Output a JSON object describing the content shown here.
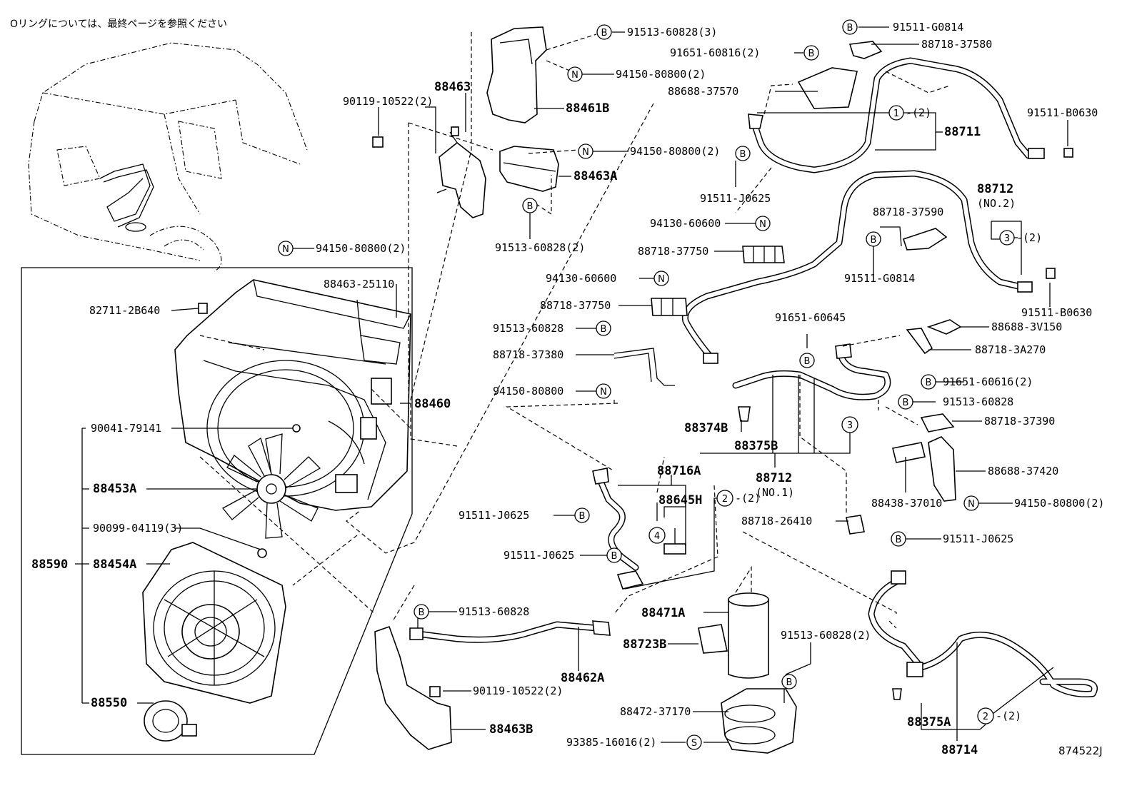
{
  "note": "Oリングについては、最終ページを参照ください",
  "diagram_code": "874522J",
  "labels": {
    "p88463": "88463",
    "p88461B": "88461B",
    "p90119a": "90119-10522(2)",
    "p91513_60828_3": "91513-60828(3)",
    "p94150_a": "94150-80800(2)",
    "p94150_b": "94150-80800(2)",
    "p88463A": "88463A",
    "p91513_60828_2": "91513-60828(2)",
    "p91511_G0814_a": "91511-G0814",
    "p88718_37580": "88718-37580",
    "p91651_60816": "91651-60816(2)",
    "p88688_37570": "88688-37570",
    "p88711": "88711",
    "p91511_B0630_a": "91511-B0630",
    "p91511_J0625_a": "91511-J0625",
    "p94130_60600_a": "94130-60600",
    "p88718_37750_a": "88718-37750",
    "p88712_top": "88712",
    "p88712_no2": "(NO.2)",
    "p88718_37590": "88718-37590",
    "p91511_G0814_b": "91511-G0814",
    "p91511_B0630_b": "91511-B0630",
    "p94150_c": "94150-80800(2)",
    "p88463_25110": "88463-25110",
    "p82711": "82711-2B640",
    "p88460": "88460",
    "p90041": "90041-79141",
    "p88453A": "88453A",
    "p90099": "90099-04119(3)",
    "p88590": "88590",
    "p88454A": "88454A",
    "p88550": "88550",
    "p94130_60600_b": "94130-60600",
    "p88718_37750_b": "88718-37750",
    "p91513_60828_a": "91513-60828",
    "p88718_37380": "88718-37380",
    "p94150_d": "94150-80800",
    "p91651_60645": "91651-60645",
    "p88688_3V150": "88688-3V150",
    "p88718_3A270": "88718-3A270",
    "p91651_60616": "91651-60616(2)",
    "p91513_60828_b": "91513-60828",
    "p88718_37390": "88718-37390",
    "p88374B": "88374B",
    "p88375B": "88375B",
    "p88712_bottom": "88712",
    "p88712_no1": "(NO.1)",
    "p88688_37420": "88688-37420",
    "p88438": "88438-37010",
    "p94150_e": "94150-80800(2)",
    "p88716A": "88716A",
    "p88645H": "88645H",
    "p91511_J0625_b": "91511-J0625",
    "p91511_J0625_c": "91511-J0625",
    "p88718_26410": "88718-26410",
    "p91511_J0625_d": "91511-J0625",
    "p91513_60828_c": "91513-60828",
    "p88471A": "88471A",
    "p88723B": "88723B",
    "p91513_60828_d": "91513-60828(2)",
    "p88462A": "88462A",
    "p90119b": "90119-10522(2)",
    "p88472": "88472-37170",
    "p93385": "93385-16016(2)",
    "p88463B": "88463B",
    "p88375A": "88375A",
    "p88714": "88714"
  },
  "markers": {
    "B": "B",
    "N": "N",
    "S": "S",
    "one": "1",
    "two": "2",
    "three": "3",
    "four": "4",
    "qty2": "-(2)"
  }
}
